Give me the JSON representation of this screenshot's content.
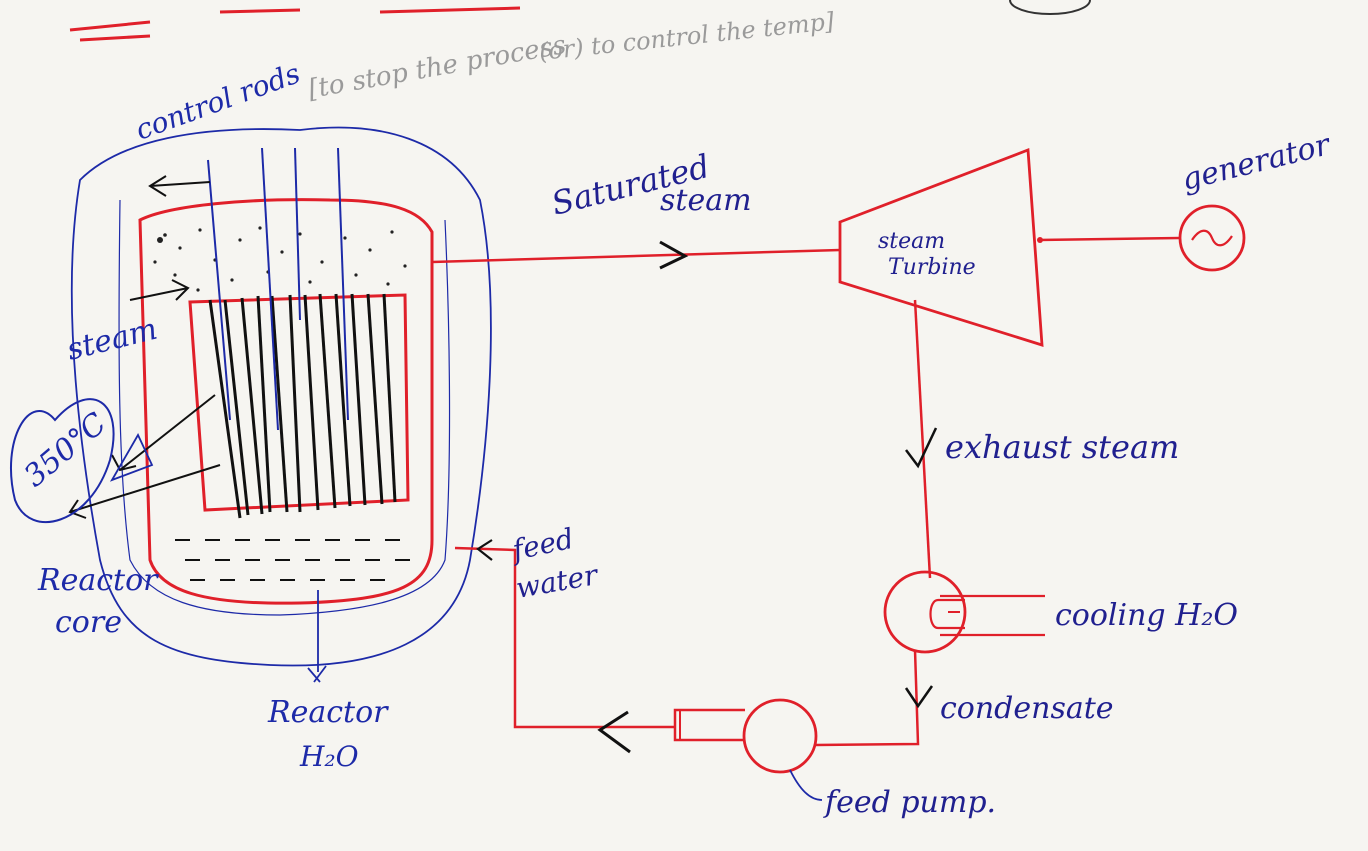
{
  "labels": {
    "control_rods": "control rods",
    "control_note_line1": "[to stop the process",
    "control_note_line2": "(or) to control the temp]",
    "saturated_steam_line1": "Saturated",
    "saturated_steam_line2": "steam",
    "steam_turbine_line1": "steam",
    "steam_turbine_line2": "Turbine",
    "generator": "generator",
    "steam": "steam",
    "temperature": "350°C",
    "reactor_core_line1": "Reactor",
    "reactor_core_line2": "core",
    "reactor_h2o_line1": "Reactor",
    "reactor_h2o_line2": "H₂O",
    "feed_water_line1": "feed",
    "feed_water_line2": "water",
    "exhaust_steam": "exhaust steam",
    "cooling_h2o": "cooling H₂O",
    "condensate": "condensate",
    "feed_pump": "feed pump."
  },
  "colors": {
    "pipe": "#e0202a",
    "pen_blue": "#1d2aa8",
    "fuel_black": "#111111",
    "pencil": "#9a9a9a",
    "paper": "#f6f5f1"
  }
}
